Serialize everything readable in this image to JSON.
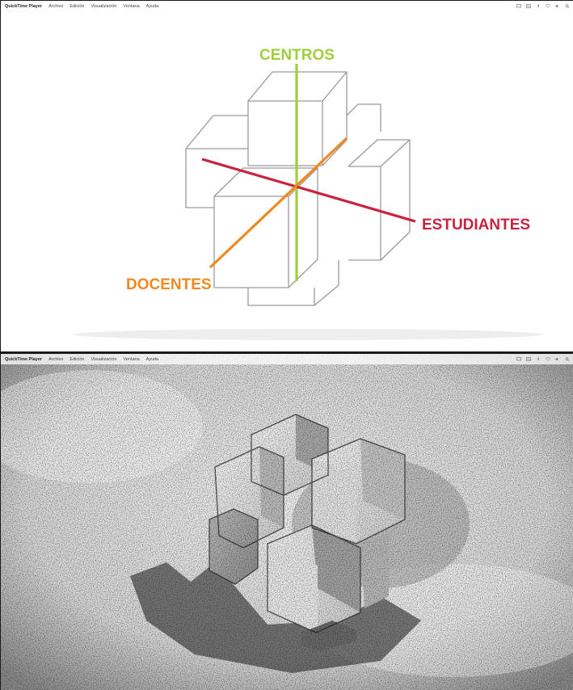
{
  "menubar_top": {
    "app": "QuickTime Player",
    "items": [
      "Archivo",
      "Edición",
      "Visualización",
      "Ventana",
      "Ayuda"
    ]
  },
  "menubar_bottom": {
    "app": "QuickTime Player",
    "items": [
      "Archivo",
      "Edición",
      "Visualización",
      "Ventana",
      "Ayuda"
    ]
  },
  "diagram": {
    "labels": {
      "centros": "CENTROS",
      "estudiantes": "ESTUDIANTES",
      "docentes": "DOCENTES"
    },
    "colors": {
      "centros": "#9fcf3a",
      "estudiantes": "#c8243f",
      "docentes": "#ee8a1f",
      "edges": "#9a9a9a"
    }
  },
  "status_icons": [
    "display-icon",
    "screen-share-icon",
    "bluetooth-icon",
    "heart-icon",
    "volume-icon",
    "spotlight-icon"
  ]
}
